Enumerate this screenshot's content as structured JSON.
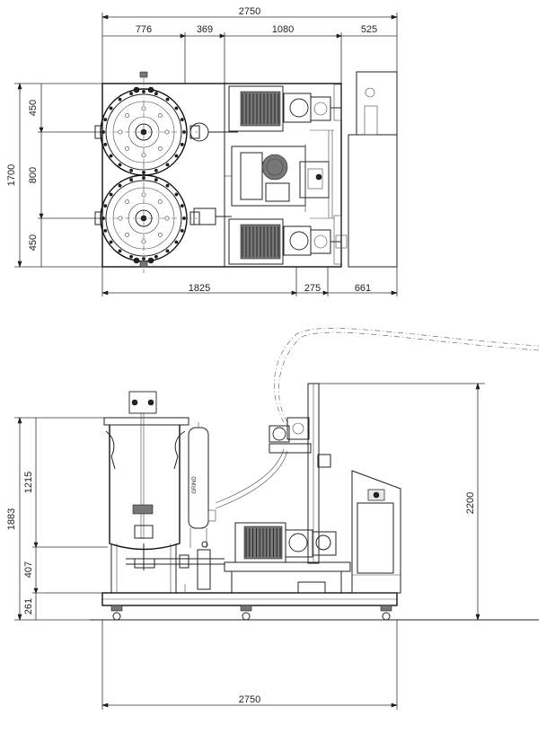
{
  "drawing": {
    "plan_view": {
      "dimensions": {
        "overall_width": "2750",
        "top_seg_1": "776",
        "top_seg_2": "369",
        "top_seg_3": "1080",
        "top_seg_4": "525",
        "overall_depth": "1700",
        "left_seg_1": "450",
        "left_seg_2": "800",
        "left_seg_3": "450",
        "bottom_seg_1": "1825",
        "bottom_seg_2": "275",
        "bottom_seg_3": "661"
      }
    },
    "elevation_view": {
      "dimensions": {
        "total_height_left": "1883",
        "tank_height": "1215",
        "tank_bottom_height": "407",
        "frame_height": "261",
        "mast_height": "2200",
        "overall_width": "2750"
      },
      "vessel_label": "GRIND"
    }
  }
}
